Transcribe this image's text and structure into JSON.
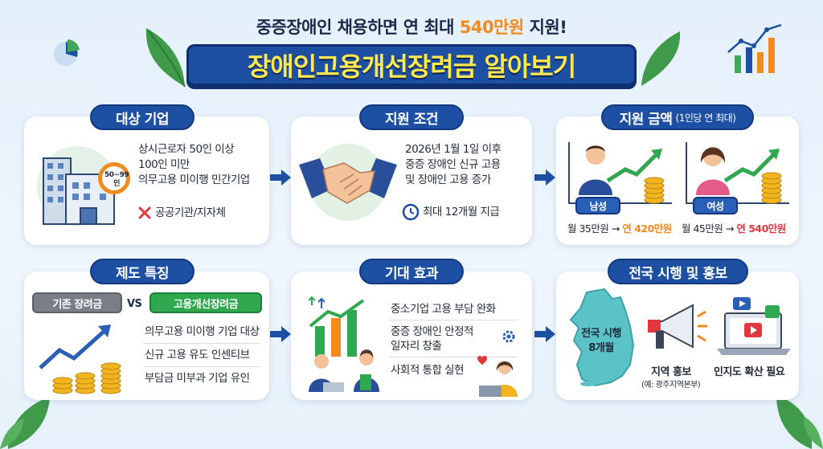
{
  "header": {
    "subtitle_prefix": "중증장애인 채용하면 연 최대 ",
    "subtitle_highlight": "540만원",
    "subtitle_suffix": " 지원!",
    "title": "장애인고용개선장려금 알아보기"
  },
  "target": {
    "label": "대상 기업",
    "badge": "50~99인",
    "lines": [
      "상시근로자 50인 이상",
      "100인 미만",
      "의무고용 미이행 민간기업"
    ],
    "excluded": "공공기관/지자체"
  },
  "condition": {
    "label": "지원 조건",
    "lines": [
      "2026년 1월 1일 이후",
      "중증 장애인 신규 고용",
      "및 장애인 고용 증가"
    ],
    "duration": "최대 12개월 지급"
  },
  "amount": {
    "label": "지원 금액",
    "label_note": "(1인당 연 최대)",
    "male_tag": "남성",
    "female_tag": "여성",
    "male_line_a": "월 35만원",
    "male_line_b": "연 420만원",
    "female_line_a": "월 45만원",
    "female_line_b": "연 540만원",
    "arrow_glyph": "→"
  },
  "features": {
    "label": "제도 특징",
    "old": "기존 장려금",
    "vs": "VS",
    "new": "고용개선장려금",
    "lines": [
      "의무고용 미이행 기업 대상",
      "신규 고용 유도 인센티브",
      "부담금 미부과 기업 유인"
    ]
  },
  "effects": {
    "label": "기대 효과",
    "lines": [
      "중소기업 고용 부담 완화",
      "중증 장애인 안정적",
      "일자리 창출",
      "사회적 통합 실현"
    ]
  },
  "nationwide": {
    "label": "전국 시행 및 홍보",
    "map_line1": "전국 시행",
    "map_line2": "8개월",
    "regional": "지역 홍보",
    "regional_note": "(예: 광주지역본부)",
    "awareness": "인지도 확산 필요"
  },
  "colors": {
    "navy": "#1d4fa3",
    "orange": "#f28a1e",
    "yellow": "#ffe84d",
    "green": "#2fa84f",
    "red": "#e0383e"
  }
}
